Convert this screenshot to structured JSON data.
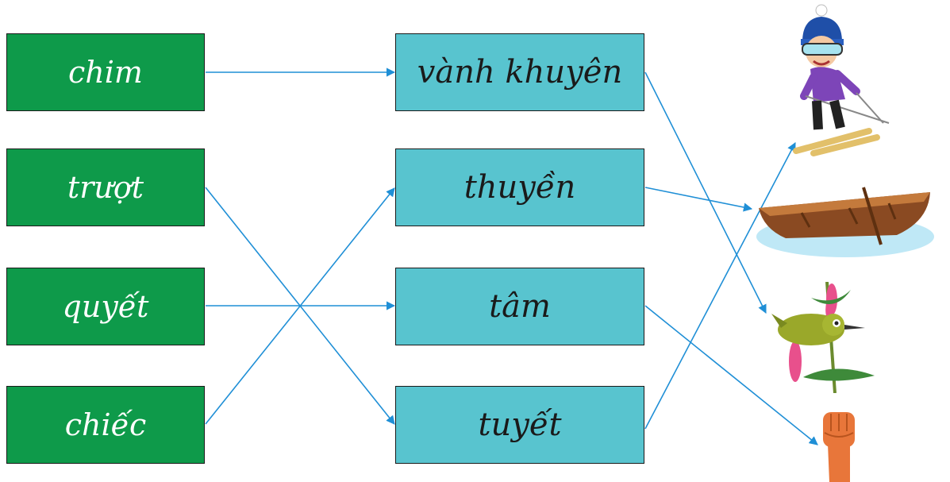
{
  "left_words": [
    "chim",
    "trượt",
    "quyết",
    "chiếc"
  ],
  "middle_words": [
    "vành khuyên",
    "thuyền",
    "tâm",
    "tuyết"
  ],
  "pictures": [
    "skier-icon",
    "rowboat-icon",
    "bird-icon",
    "fist-icon"
  ],
  "colors": {
    "left_box": "#0e9a4a",
    "middle_box": "#58c4cf",
    "line": "#1f8fd6"
  }
}
